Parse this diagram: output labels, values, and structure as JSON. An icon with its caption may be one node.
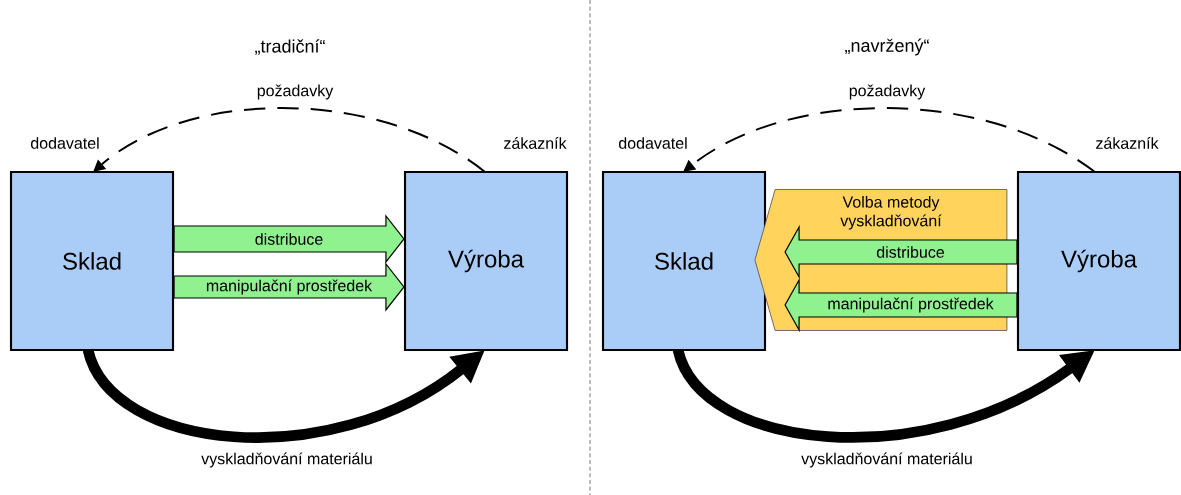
{
  "diagram": {
    "nodes": [
      {
        "text": [
          "Sklad"
        ],
        "beside": [
          "dodavatel"
        ]
      },
      {
        "text": [
          "Výroba"
        ],
        "beside": [
          "zákazník"
        ]
      },
      {
        "text": [
          "Sklad"
        ],
        "beside": [
          "dodavatel"
        ]
      },
      {
        "text": [
          "Volba metody vyskladňování"
        ]
      },
      {
        "text": [
          "Výroba"
        ],
        "beside": [
          "zákazník"
        ]
      }
    ],
    "edges": [
      {
        "from": 1,
        "to": 0,
        "arrow": "to",
        "label": "požadavky",
        "style": "dashed"
      },
      {
        "from": 0,
        "to": 1,
        "arrow": "to",
        "label": "distribuce"
      },
      {
        "from": 0,
        "to": 1,
        "arrow": "to",
        "label": "manipulační prostředek"
      },
      {
        "from": 0,
        "to": 1,
        "arrow": "to",
        "label": "vyskladňování materiálu",
        "style": "thick"
      },
      {
        "from": 4,
        "to": 2,
        "arrow": "to",
        "label": "požadavky",
        "style": "dashed"
      },
      {
        "from": 4,
        "to": 2,
        "arrow": "to",
        "label": "distribuce"
      },
      {
        "from": 4,
        "to": 2,
        "arrow": "to",
        "label": "manipulační prostředek"
      },
      {
        "from": 2,
        "to": 4,
        "arrow": "to",
        "label": "vyskladňování materiálu",
        "style": "thick"
      }
    ],
    "labels": [
      "„tradiční“",
      "„navržený“"
    ]
  }
}
